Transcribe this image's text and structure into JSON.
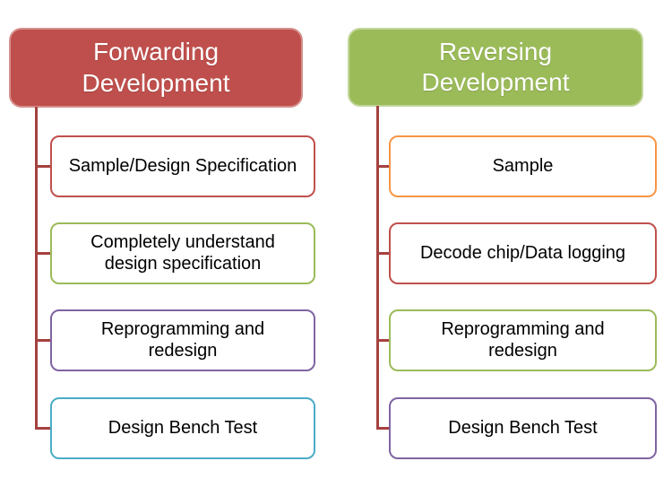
{
  "diagram": {
    "columns": [
      {
        "header": {
          "label": "Forwarding Development"
        },
        "colors": {
          "header_fill": "#bf4f4c",
          "header_border": "#d5908e",
          "header_text": "#ffffff",
          "connector": "#a5413e"
        },
        "items": [
          {
            "label": "Sample/Design Specification",
            "border_color": "#c0504d"
          },
          {
            "label": "Completely understand design specification",
            "border_color": "#9bbb59"
          },
          {
            "label": "Reprogramming and redesign",
            "border_color": "#8064a2"
          },
          {
            "label": "Design Bench Test",
            "border_color": "#4bacc6"
          }
        ]
      },
      {
        "header": {
          "label": "Reversing Development"
        },
        "colors": {
          "header_fill": "#9bbb59",
          "header_border": "#c3d69b",
          "header_text": "#ffffff",
          "connector": "#a5413e"
        },
        "items": [
          {
            "label": "Sample",
            "border_color": "#f79646"
          },
          {
            "label": "Decode chip/Data logging",
            "border_color": "#c0504d"
          },
          {
            "label": "Reprogramming and redesign",
            "border_color": "#9bbb59"
          },
          {
            "label": "Design Bench Test",
            "border_color": "#8064a2"
          }
        ]
      }
    ]
  }
}
